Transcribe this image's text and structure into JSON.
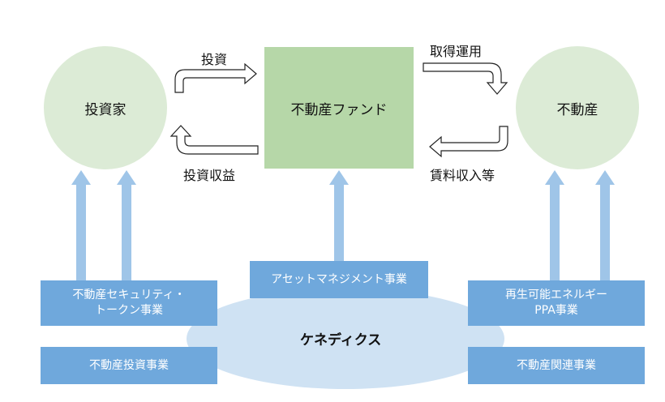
{
  "nodes": {
    "investor": "投資家",
    "fund": "不動産ファンド",
    "realestate": "不動産",
    "kenedix": "ケネディクス"
  },
  "flows": {
    "investment": "投資",
    "investment_return": "投資収益",
    "acquisition": "取得運用",
    "rental_income": "賃料収入等"
  },
  "businesses": {
    "security_token": "不動産セキュリティ・\nトークン事業",
    "investment_biz": "不動産投資事業",
    "asset_management": "アセットマネジメント事業",
    "renewable": "再生可能エネルギー\nPPA事業",
    "related": "不動産関連事業"
  },
  "colors": {
    "circle_fill": "#dcebd6",
    "fund_fill": "#b6d7a8",
    "business_fill": "#6fa8dc",
    "ellipse_fill": "#cfe2f3",
    "up_arrow": "#9fc5e8"
  }
}
